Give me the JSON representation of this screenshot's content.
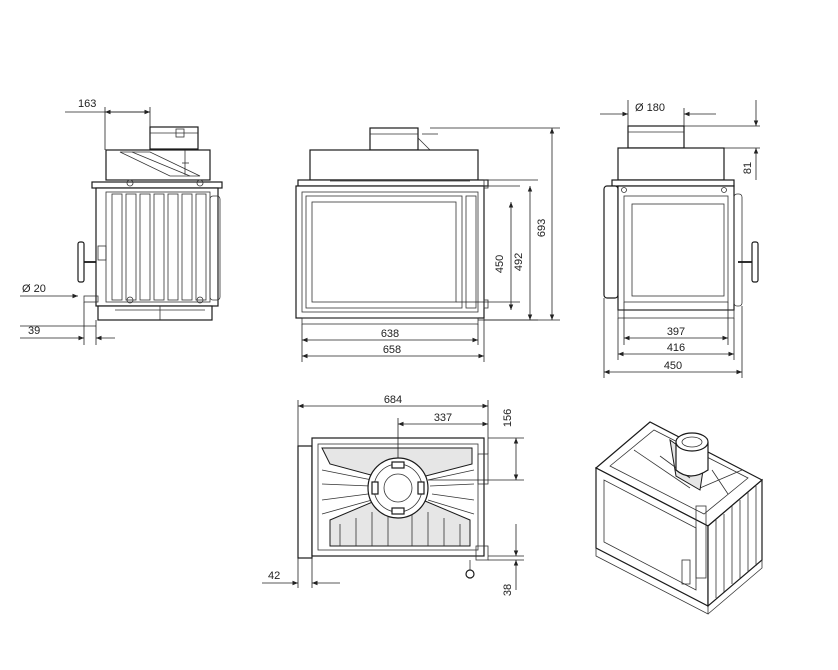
{
  "dimensions": {
    "side_left": {
      "top_offset": "163",
      "ash_pipe": "Ø 20",
      "bottom_offset": "39"
    },
    "front": {
      "glass_height": "450",
      "body_height": "492",
      "total_height": "693",
      "glass_width": "638",
      "body_width": "658"
    },
    "side_right": {
      "flue": "Ø 180",
      "collar": "81",
      "inner_width": "397",
      "body_width": "416",
      "total_width": "450"
    },
    "top": {
      "total_width": "684",
      "flue_offset": "337",
      "flue_depth": "156",
      "side_offset": "42",
      "bottom_offset": "38"
    }
  }
}
